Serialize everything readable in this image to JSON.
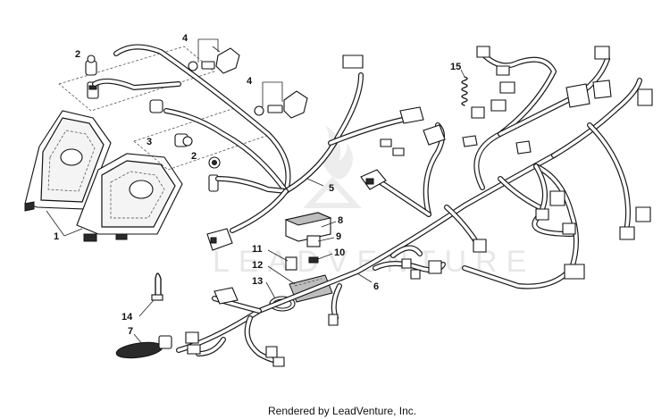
{
  "callouts": [
    "1",
    "2",
    "2",
    "3",
    "4",
    "4",
    "5",
    "6",
    "7",
    "8",
    "9",
    "10",
    "11",
    "12",
    "13",
    "14",
    "15"
  ],
  "caption": "Rendered by LeadVenture, Inc.",
  "watermark": "LEADVENTURE"
}
